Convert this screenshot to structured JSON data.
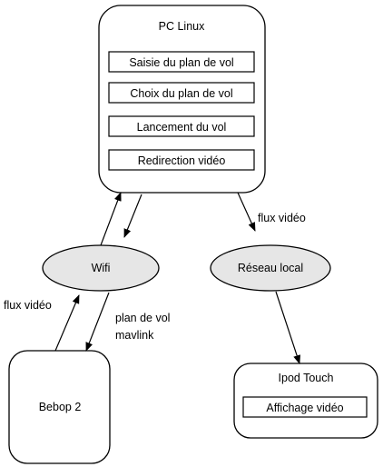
{
  "colors": {
    "background": "#ffffff",
    "stroke": "#000000",
    "ellipse_fill": "#e6e6e6"
  },
  "nodes": {
    "pc_linux": {
      "title": "PC Linux",
      "modules": [
        "Saisie du plan de vol",
        "Choix du plan de vol",
        "Lancement du vol",
        "Redirection vidéo"
      ]
    },
    "wifi": {
      "label": "Wifi"
    },
    "reseau_local": {
      "label": "Réseau local"
    },
    "bebop": {
      "label": "Bebop 2"
    },
    "ipod": {
      "title": "Ipod Touch",
      "modules": [
        "Affichage vidéo"
      ]
    }
  },
  "edge_labels": {
    "pc_to_reseau": "flux vidéo",
    "bebop_to_wifi": "flux vidéo",
    "wifi_to_bebop_line1": "plan de vol",
    "wifi_to_bebop_line2": "mavlink"
  }
}
